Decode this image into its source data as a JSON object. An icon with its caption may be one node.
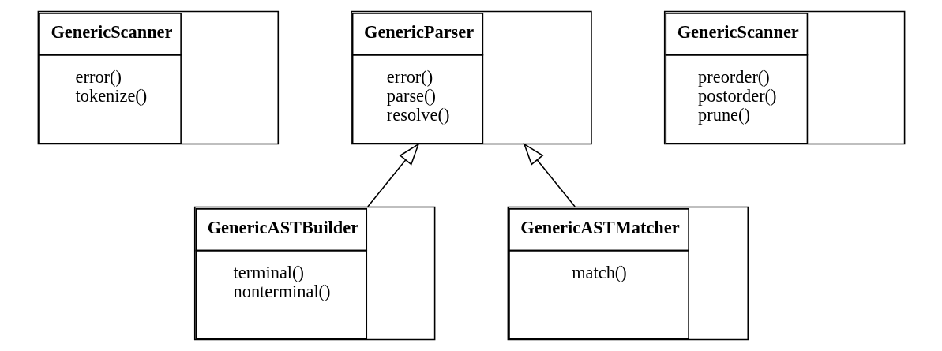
{
  "diagram": {
    "nodes": [
      {
        "text": [
          "GenericScanner",
          "error()",
          "tokenize()"
        ]
      },
      {
        "text": [
          "GenericParser",
          "error()",
          "parse()",
          "resolve()"
        ]
      },
      {
        "text": [
          "GenericScanner",
          "preorder()",
          "postorder()",
          "prune()"
        ]
      },
      {
        "text": [
          "GenericASTBuilder",
          "terminal()",
          "nonterminal()"
        ]
      },
      {
        "text": [
          "GenericASTMatcher",
          "match()"
        ]
      }
    ],
    "edges": [
      {
        "from": 3,
        "to": 1,
        "arrow": "to"
      },
      {
        "from": 4,
        "to": 1,
        "arrow": "to"
      }
    ]
  }
}
